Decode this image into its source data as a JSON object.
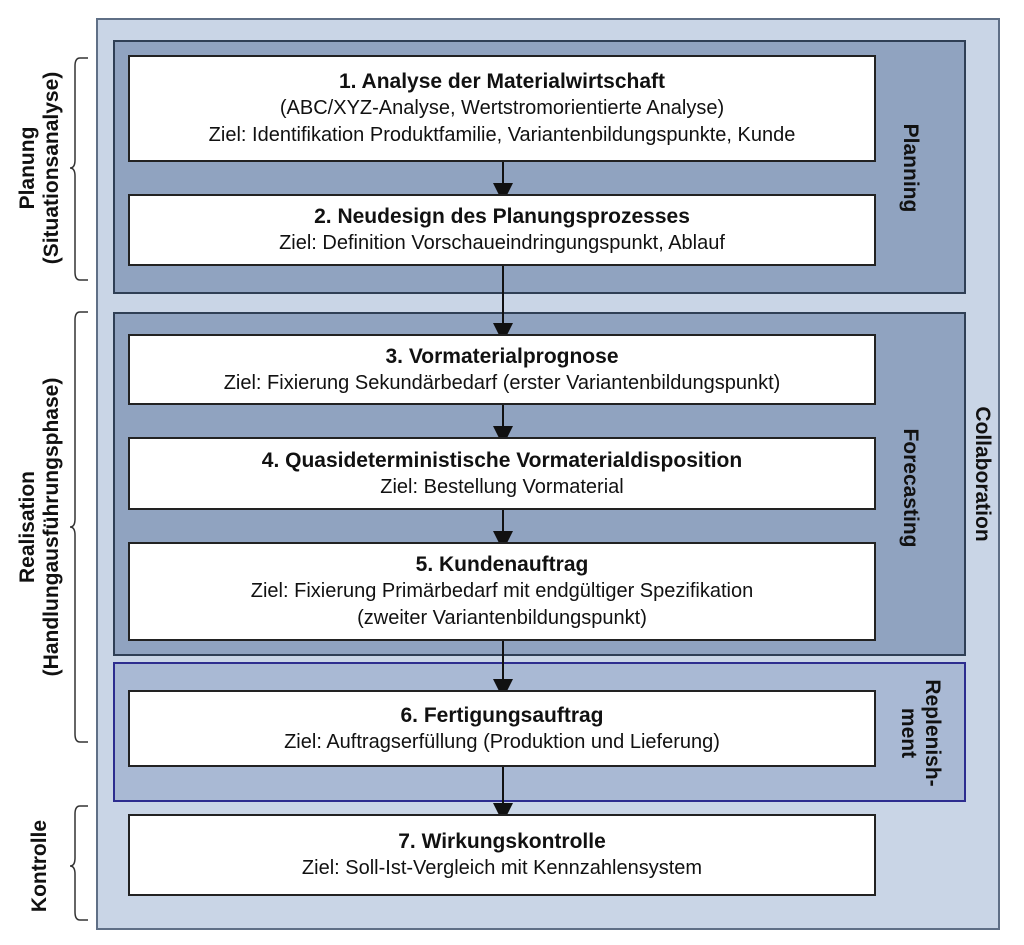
{
  "colors": {
    "outer_fill": "#c9d5e6",
    "phase_fill": "#90a3c0",
    "replenishment_fill": "#a9b9d4",
    "step_fill": "#ffffff"
  },
  "left_labels": {
    "planung": [
      "Planung",
      "(Situationsanalyse)"
    ],
    "realisation": [
      "Realisation",
      "(Handlungausführungsphase)"
    ],
    "kontrolle": [
      "Kontrolle"
    ]
  },
  "right_labels": {
    "collaboration": "Collaboration",
    "planning": "Planning",
    "forecasting": "Forecasting",
    "replenishment": [
      "Replenish-",
      "ment"
    ]
  },
  "steps": [
    {
      "title": "1. Analyse der Materialwirtschaft",
      "lines": [
        "(ABC/XYZ-Analyse, Wertstromorientierte Analyse)",
        "Ziel: Identifikation Produktfamilie, Variantenbildungspunkte, Kunde"
      ]
    },
    {
      "title": "2. Neudesign des Planungsprozesses",
      "lines": [
        "Ziel: Definition Vorschaueindringungspunkt, Ablauf"
      ]
    },
    {
      "title": "3. Vormaterialprognose",
      "lines": [
        "Ziel: Fixierung Sekundärbedarf (erster Variantenbildungspunkt)"
      ]
    },
    {
      "title": "4. Quasideterministische Vormaterialdisposition",
      "lines": [
        "Ziel: Bestellung Vormaterial"
      ]
    },
    {
      "title": "5. Kundenauftrag",
      "lines": [
        "Ziel: Fixierung Primärbedarf mit endgültiger Spezifikation",
        "(zweiter Variantenbildungspunkt)"
      ]
    },
    {
      "title": "6. Fertigungsauftrag",
      "lines": [
        "Ziel: Auftragserfüllung (Produktion und Lieferung)"
      ]
    },
    {
      "title": "7. Wirkungskontrolle",
      "lines": [
        "Ziel: Soll-Ist-Vergleich mit Kennzahlensystem"
      ]
    }
  ]
}
